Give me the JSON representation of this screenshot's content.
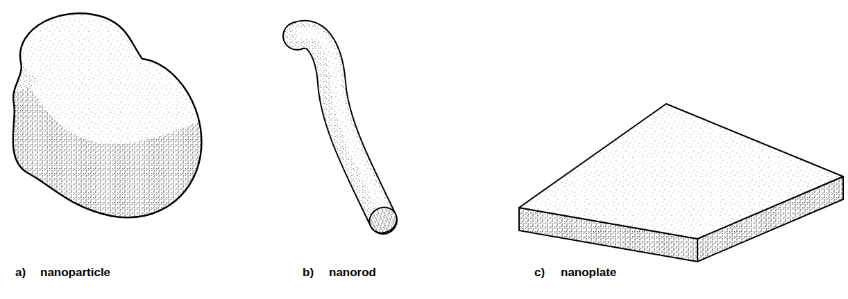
{
  "diagram": {
    "labels": [
      "a)",
      "nanoparticle",
      "b)",
      "nanorod",
      "c)",
      "nanoplate"
    ]
  }
}
